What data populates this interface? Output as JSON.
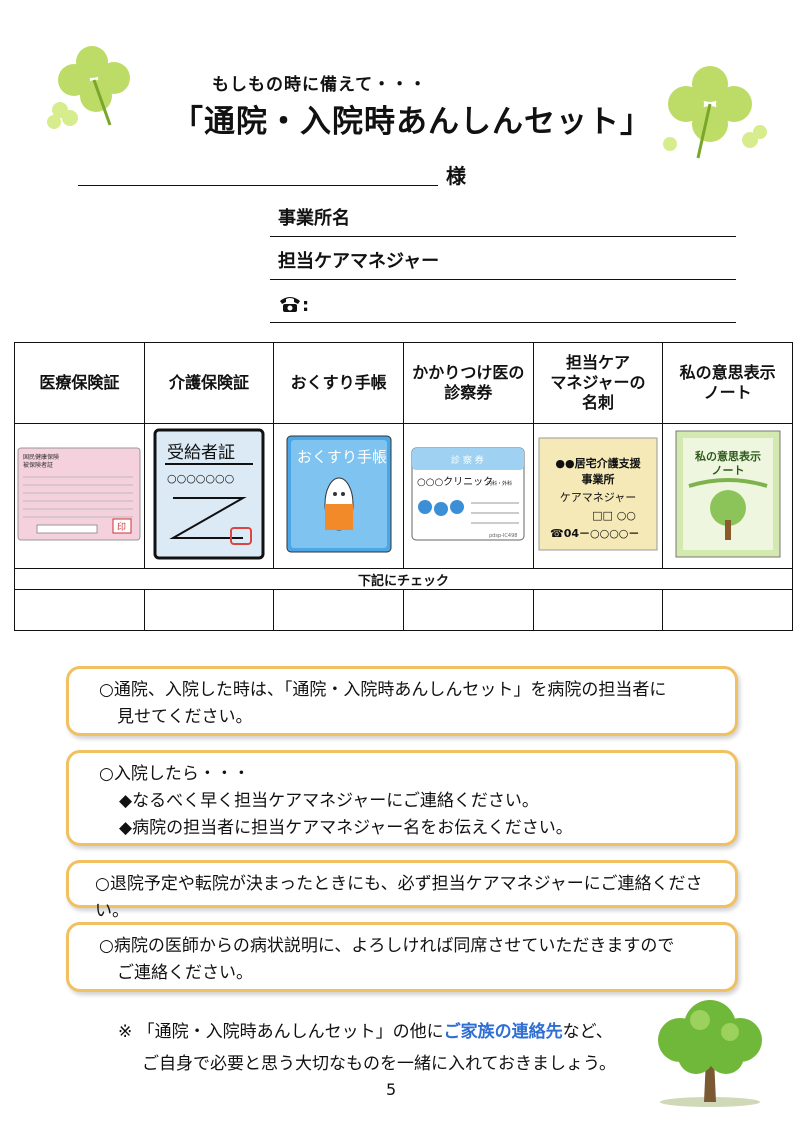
{
  "header": {
    "subtitle": "もしもの時に備えて・・・",
    "title": "「通院・入院時あんしんセット」",
    "sama": "様"
  },
  "fields": [
    {
      "label": "事業所名"
    },
    {
      "label": "担当ケアマネジャー"
    },
    {
      "label": ":"
    }
  ],
  "table": {
    "columns": [
      {
        "line1": "医療保険証",
        "line2": "",
        "line3": ""
      },
      {
        "line1": "介護保険証",
        "line2": "",
        "line3": ""
      },
      {
        "line1": "おくすり手帳",
        "line2": "",
        "line3": ""
      },
      {
        "line1": "かかりつけ医の",
        "line2": "診察券",
        "line3": ""
      },
      {
        "line1": "担当ケア",
        "line2": "マネジャーの",
        "line3": "名刺"
      },
      {
        "line1": "私の意思表示",
        "line2": "ノート",
        "line3": ""
      }
    ],
    "check_label": "下記にチェック"
  },
  "images": {
    "insurance": {
      "title_a": "国民健康保険",
      "title_b": "被保険者証",
      "seal": "印"
    },
    "care_card": {
      "title": "受給者証",
      "dots": "○○○○○○○"
    },
    "medicine": {
      "title": "おくすり手帳"
    },
    "clinic_card": {
      "header": "診 察 券",
      "name": "○○○クリニック",
      "dept": "内科・外科",
      "code": "pdsp-IC498"
    },
    "business_card": {
      "line1": "●●居宅介護支援",
      "line2": "事業所",
      "line3": "ケアマネジャー",
      "line4": "□□ ○○",
      "line5": "☎04－○○○○－"
    },
    "note_book": {
      "title_a": "私の意思表示",
      "title_b": "ノート"
    }
  },
  "notices": [
    {
      "lines": [
        "○通院、入院した時は、「通院・入院時あんしんセット」を病院の担当者に",
        "見せてください。"
      ]
    },
    {
      "lines": [
        "○入院したら・・・",
        "◆なるべく早く担当ケアマネジャーにご連絡ください。",
        "◆病院の担当者に担当ケアマネジャー名をお伝えください。"
      ]
    },
    {
      "lines": [
        "○退院予定や転院が決まったときにも、必ず担当ケアマネジャーにご連絡ください。"
      ]
    },
    {
      "lines": [
        "○病院の医師からの病状説明に、よろしければ同席させていただきますので",
        "ご連絡ください。"
      ]
    }
  ],
  "footnote": {
    "prefix": "※ 「通院・入院時あんしんセット」の他に",
    "highlight": "ご家族の連絡先",
    "suffix": "など、",
    "line2": "ご自身で必要と思う大切なものを一緒に入れておきましょう。"
  },
  "page_number": "5",
  "colors": {
    "box_border": "#f1c060",
    "highlight": "#2f6fd4",
    "clover": "#9ccc3a"
  }
}
